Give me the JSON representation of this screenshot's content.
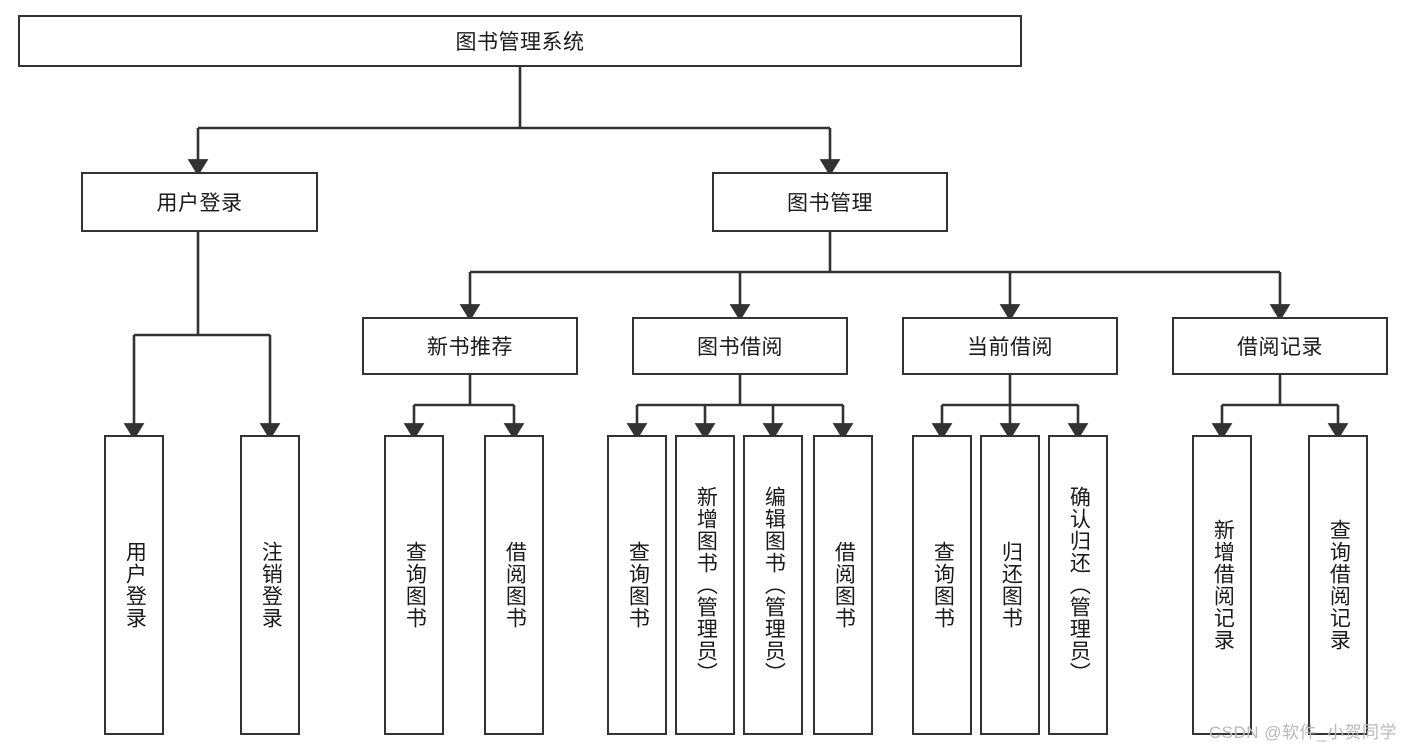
{
  "diagram": {
    "title": "图书管理系统",
    "type": "tree",
    "watermark": "CSDN @软件_小贺同学",
    "colors": {
      "stroke": "#333333",
      "fill": "#ffffff",
      "text": "#1a1a1a",
      "watermark": "#b9b9b9"
    },
    "nodes": {
      "root": {
        "label": "图书管理系统"
      },
      "level2": [
        {
          "id": "user-login",
          "label": "用户登录"
        },
        {
          "id": "book-management",
          "label": "图书管理"
        }
      ],
      "level3": [
        {
          "id": "new-book-recommend",
          "label": "新书推荐"
        },
        {
          "id": "book-borrow",
          "label": "图书借阅"
        },
        {
          "id": "current-borrow",
          "label": "当前借阅"
        },
        {
          "id": "borrow-record",
          "label": "借阅记录"
        }
      ],
      "leaves": {
        "user-login": [
          {
            "id": "leaf-user-login",
            "label": "用户登录"
          },
          {
            "id": "leaf-logout",
            "label": "注销登录"
          }
        ],
        "new-book-recommend": [
          {
            "id": "leaf-query-book-1",
            "label": "查询图书"
          },
          {
            "id": "leaf-borrow-book-1",
            "label": "借阅图书"
          }
        ],
        "book-borrow": [
          {
            "id": "leaf-query-book-2",
            "label": "查询图书"
          },
          {
            "id": "leaf-add-book",
            "label": "新增图书（管理员）"
          },
          {
            "id": "leaf-edit-book",
            "label": "编辑图书（管理员）"
          },
          {
            "id": "leaf-borrow-book-2",
            "label": "借阅图书"
          }
        ],
        "current-borrow": [
          {
            "id": "leaf-query-book-3",
            "label": "查询图书"
          },
          {
            "id": "leaf-return-book",
            "label": "归还图书"
          },
          {
            "id": "leaf-confirm-return",
            "label": "确认归还（管理员）"
          }
        ],
        "borrow-record": [
          {
            "id": "leaf-add-record",
            "label": "新增借阅记录"
          },
          {
            "id": "leaf-query-record",
            "label": "查询借阅记录"
          }
        ]
      }
    }
  }
}
